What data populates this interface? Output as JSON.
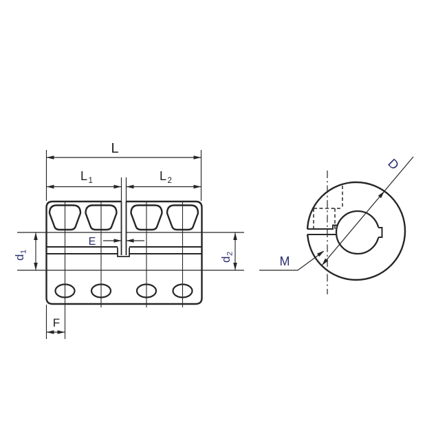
{
  "drawing": {
    "kind": "shaft-coupling-dimension-drawing",
    "labels": {
      "overall_length": "L",
      "hub1_length_main": "L",
      "hub1_length_sub": "1",
      "hub2_length_main": "L",
      "hub2_length_sub": "2",
      "slot_width": "E",
      "bore1_main": "d",
      "bore1_sub": "1",
      "bore2_main": "d",
      "bore2_sub": "2",
      "screw_offset": "F",
      "clamp_screw_thread": "M",
      "outer_diameter": "D"
    },
    "colors": {
      "line": "#262626",
      "label_dark": "#1f1f1f",
      "label_blue": "#2a2f6e",
      "background": "#ffffff"
    }
  }
}
